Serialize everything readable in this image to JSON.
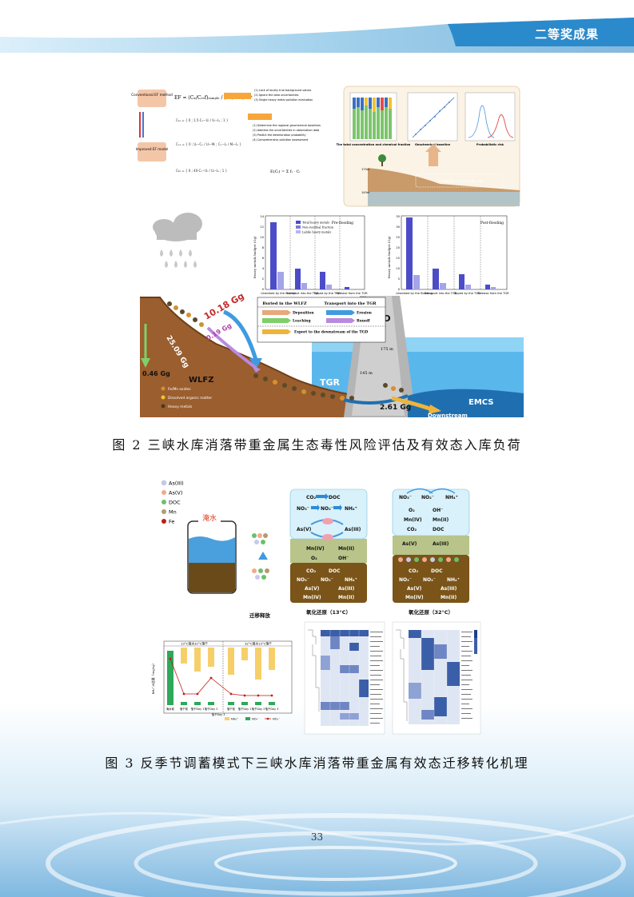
{
  "header": {
    "title": "二等奖成果"
  },
  "figure2": {
    "caption": "图 2  三峡水库消落带重金属生态毒性风险评估及有效态入库负荷",
    "top_left": {
      "conventional": "Conventional EF method",
      "improved": "Improved EF model",
      "notes1": [
        "(1) Lack of locally true background values",
        "(2) Ignore the data uncertainties",
        "(3) Single heavy metal pollution evaluation"
      ],
      "notes2": [
        "(1) Determine the regional geochemical baselines",
        "(2) Address the uncertainties in observation data",
        "(3) Predict the deterioration probability",
        "(4) Comprehensive pollution assessment"
      ],
      "chart_title_a": "The total concentration and chemical fraction",
      "chart_title_b": "Geochemical baseline",
      "chart_title_c": "Probabilistic risk",
      "slope_note": "As mobility and toxicity risk",
      "elev_high": "175m",
      "elev_low": "145m"
    },
    "bar_pre": {
      "title": "Pre-flooding",
      "ylabel": "Heavy metals budget (Gg)",
      "legend": [
        "Total heavy metals",
        "Non-residual fraction",
        "Labile heavy metals"
      ],
      "ticks": [
        "0",
        "2",
        "4",
        "6",
        "8",
        "10",
        "12",
        "14"
      ],
      "categories": [
        "Liberated by the rainfall",
        "Transport into the TGR",
        "Tipped by the TGD",
        "Release from the TGR"
      ]
    },
    "bar_post": {
      "title": "Post-flooding",
      "ylabel": "Heavy metals budget (Gg)",
      "ticks": [
        "0",
        "5",
        "10",
        "15",
        "20",
        "25",
        "30",
        "35"
      ],
      "categories": [
        "Liberated by the flooding",
        "Transport into the TGR",
        "Tipped by the TGD",
        "Release from the TGR"
      ]
    },
    "process_legend": {
      "h1": "Buried in the WLFZ",
      "h2": "Transport into the TGR",
      "deposition": "Deposition",
      "erosion": "Erosion",
      "leaching": "Leaching",
      "runoff": "Runoff",
      "export": "Export to the downstream of the TGD"
    },
    "labels": {
      "v1": "25.09 Gg",
      "v2": "10.18 Gg",
      "v3": "0.19 Gg",
      "v4": "0.46 Gg",
      "v5": "2.61 Gg",
      "wlfz": "WLFZ",
      "tgr": "TGR",
      "tgd": "TGD",
      "emcs": "EMCS",
      "downstream": "Downstream",
      "h175": "175 m",
      "h145": "145 m",
      "leg_fe": "Fe/Mn oxides",
      "leg_dom": "Dissolved organic matter",
      "leg_hm": "Heavy metals"
    }
  },
  "figure3": {
    "caption": "图 3  反季节调蓄模式下三峡水库消落带重金属有效态迁移转化机理",
    "legend": [
      "As(III)",
      "As(V)",
      "DOC",
      "Mn",
      "Fe"
    ],
    "flood_label": "淹水",
    "panel_labels": [
      "迁移释放",
      "氧化还原（13°C）",
      "氧化还原（32°C）"
    ],
    "panel13": {
      "r1": [
        "CO₂",
        "DOC"
      ],
      "r2": [
        "NO₃⁻",
        "NO₂⁻",
        "NH₄⁺"
      ],
      "mid": [
        "As(V)",
        "As(III)"
      ],
      "m2": [
        "Mn(IV)",
        "Mn(II)"
      ],
      "m3": [
        "O₂",
        "OH⁻"
      ],
      "b1": [
        "CO₂",
        "DOC"
      ],
      "b2": [
        "NO₃⁻",
        "NO₂⁻",
        "NH₄⁺"
      ],
      "b3": [
        "As(V)",
        "As(III)"
      ],
      "b4": [
        "Mn(IV)",
        "Mn(II)"
      ]
    },
    "panel32": {
      "r1": [
        "NO₃⁻",
        "NO₂⁻",
        "NH₄⁺"
      ],
      "r2": [
        "O₂",
        "OH⁻"
      ],
      "r3": [
        "Mn(IV)",
        "Mn(II)"
      ],
      "r4": [
        "CO₂",
        "DOC"
      ],
      "r5": [
        "As(V)",
        "As(III)"
      ],
      "b1": [
        "CO₂",
        "DOC"
      ],
      "b2": [
        "NO₃⁻",
        "NO₂⁻",
        "NH₄⁺"
      ],
      "b3": [
        "As(V)",
        "As(III)"
      ],
      "b4": [
        "Mn(IV)",
        "Mn(II)"
      ]
    },
    "bottom_chart": {
      "headers": [
        "13°C淹水32°C落干",
        "32°C淹水13°C落干"
      ],
      "ylabel": "NH₄⁺-N含量（mg/kg）",
      "categories": [
        "淹水前",
        "落干前",
        "落干Day 1",
        "落干Day 2",
        "落干Day 3",
        "落干前",
        "落干Day 1",
        "落干Day 2",
        "落干Day 3"
      ],
      "legend": [
        "NH₄⁺",
        "NO₃⁻",
        "NO₂⁻"
      ]
    }
  },
  "page_number": "33"
}
